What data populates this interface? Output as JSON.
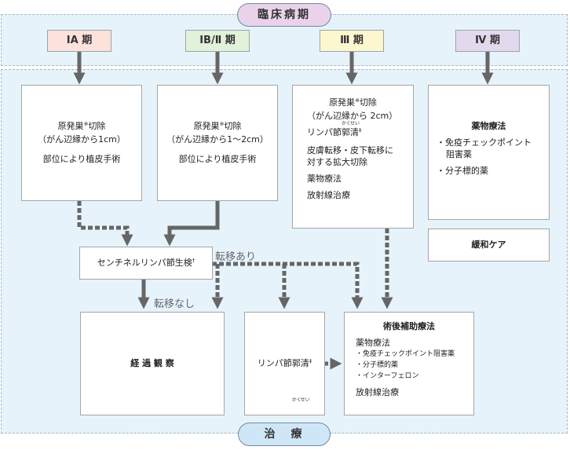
{
  "header_label": "臨床病期",
  "footer_label": "治　療",
  "stages": [
    {
      "label": "IA 期",
      "color": "#fbe2da"
    },
    {
      "label": "IB/Ⅱ 期",
      "color": "#e2f1da"
    },
    {
      "label": "Ⅲ 期",
      "color": "#fdf7cf"
    },
    {
      "label": "Ⅳ 期",
      "color": "#e3d9ec"
    }
  ],
  "box_ia": {
    "line1": "原発巣",
    "mark": "※",
    "line1b": "切除",
    "line2": "（がん辺縁から1cm）",
    "line3": "部位により植皮手術"
  },
  "box_ib": {
    "line1": "原発巣",
    "mark": "※",
    "line1b": "切除",
    "line2": "（がん辺縁から1～2cm）",
    "line3": "部位により植皮手術"
  },
  "box_iii": {
    "line1": "原発巣",
    "mark": "※",
    "line1b": "切除",
    "line2": "（がん辺縁から 2cm）",
    "line3": "リンパ節",
    "kaku_word": "郭",
    "kaku_ruby": "かく",
    "sei_word": "清",
    "sei_ruby": "せい",
    "dagger2": "‡",
    "line4": "皮膚転移・皮下転移に",
    "line5": "対する拡大切除",
    "line6": "薬物療法",
    "line7": "放射線治療"
  },
  "box_iv": {
    "title": "薬物療法",
    "item1a": "・免疫チェックポイント",
    "item1b": "阻害薬",
    "item2": "・分子標的薬"
  },
  "box_kanwa": {
    "text": "緩和ケア"
  },
  "box_sentinel": {
    "text": "センチネルリンパ節生検",
    "dagger": "†"
  },
  "label_metastasis_yes": "転移あり",
  "label_metastasis_no": "転移なし",
  "box_observe": {
    "text": "経 過 観 察"
  },
  "box_lymph": {
    "text": "リンパ節",
    "kaku_word": "郭",
    "kaku_ruby": "かく",
    "sei_word": "清",
    "sei_ruby": "せい",
    "dagger2": "‡"
  },
  "box_adjuvant": {
    "title": "術後補助療法",
    "sub": "薬物療法",
    "item1": "・免疫チェックポイント阻害薬",
    "item2": "・分子標的薬",
    "item3": "・インターフェロン",
    "last": "放射線治療"
  },
  "colors": {
    "arrow": "#666666",
    "band": "#e6f3fb",
    "header_pill": "#e9d3ea",
    "footer_pill": "#cfe6f7"
  }
}
